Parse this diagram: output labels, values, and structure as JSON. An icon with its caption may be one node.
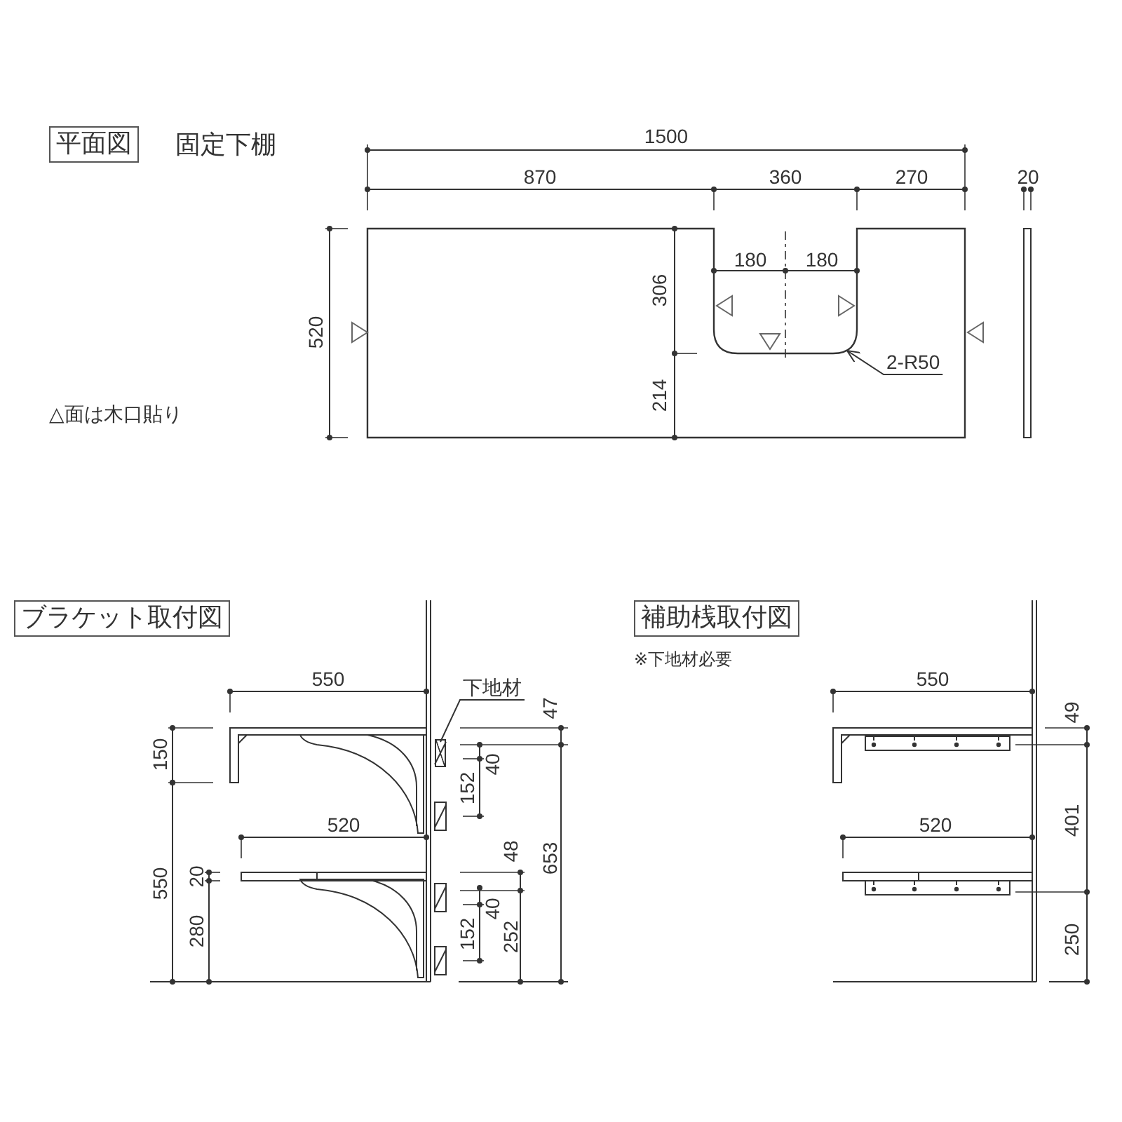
{
  "diagram": {
    "nodes": [
      {
        "text": [
          "平面図"
        ]
      },
      {
        "text": [
          "ブラケット取付図"
        ]
      },
      {
        "text": [
          "補助桟取付図"
        ],
        "beside": [
          "※下地材必要"
        ]
      },
      {
        "text": [
          "下地材"
        ]
      },
      {
        "text": [],
        "shape": "box"
      },
      {
        "text": [
          "2-R50"
        ]
      }
    ],
    "edges": [
      {
        "from": 3,
        "to": 4,
        "arrow": "none"
      },
      {
        "from": 5,
        "to": null,
        "arrow": "to"
      }
    ],
    "labels": [
      "固定下棚",
      "1500",
      "870",
      "360",
      "270",
      "20",
      "180",
      "180",
      "306",
      "520",
      "214",
      "△面は木口貼り",
      "550",
      "47",
      "150",
      "40",
      "152",
      "550",
      "49",
      "401",
      "520",
      "520",
      "48",
      "653",
      "550",
      "20",
      "40",
      "280",
      "152",
      "252",
      "250"
    ]
  }
}
